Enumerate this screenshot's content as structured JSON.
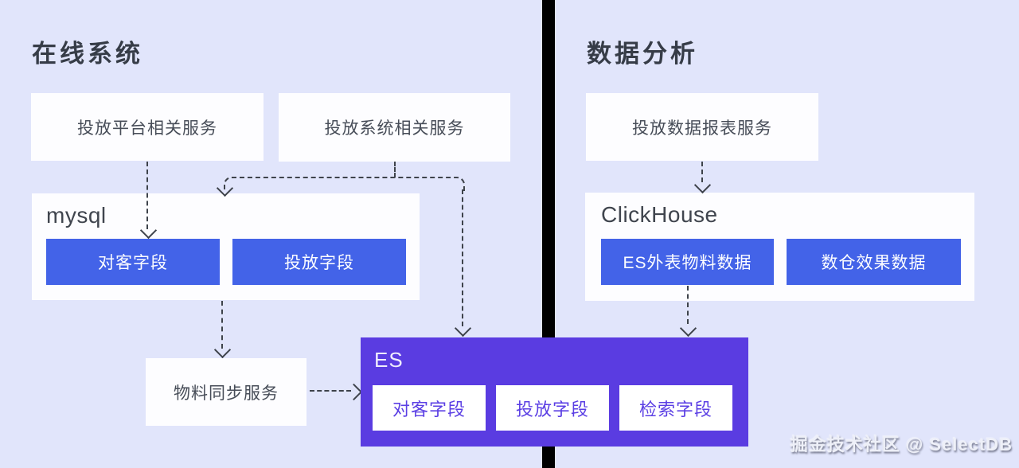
{
  "left_panel": {
    "title": "在线系统",
    "service_boxes": [
      "投放平台相关服务",
      "投放系统相关服务"
    ],
    "mysql": {
      "label": "mysql",
      "fields": [
        "对客字段",
        "投放字段"
      ]
    },
    "sync_service": "物料同步服务"
  },
  "es_cluster": {
    "label": "ES",
    "fields": [
      "对客字段",
      "投放字段",
      "检索字段"
    ]
  },
  "right_panel": {
    "title": "数据分析",
    "report_service": "投放数据报表服务",
    "clickhouse": {
      "label": "ClickHouse",
      "fields": [
        "ES外表物料数据",
        "数仓效果数据"
      ]
    }
  },
  "watermark": "掘金技术社区 @ SelectDB",
  "colors": {
    "panel_bg": "#e1e5fb",
    "node_blue": "#4363e8",
    "es_purple": "#5a3ce1",
    "divider": "#000000",
    "arrow": "#3e434b",
    "white_box": "#fdfdff"
  }
}
